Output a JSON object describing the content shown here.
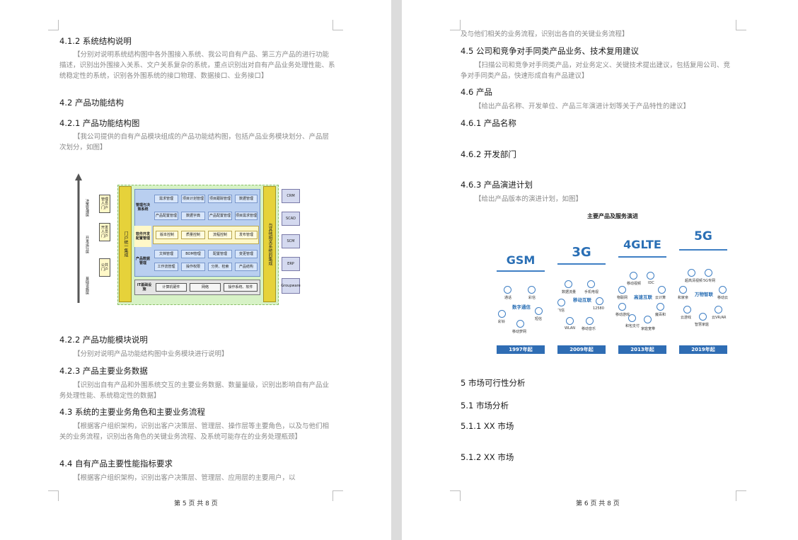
{
  "page5": {
    "h412": "4.1.2 系统结构说明",
    "p412": "【分别对说明系统结构图中各外围接入系统、我公司自有产品、第三方产品的进行功能描述，识别出外围接入关系、文户关系复杂的系统，重点识别出对自有产品业务处理性能、系统稳定性的系统，识别各外围系统的接口物理、数据接口、业务接口】",
    "h42": "4.2 产品功能结构",
    "h421": "4.2.1 产品功能结构图",
    "p421": "【我公司提供的自有产品模块组成的产品功能结构图，包括产品业务模块划分、产品层次划分，如图】",
    "h422": "4.2.2 产品功能模块说明",
    "p422": "【分别对说明产品功能结构图中业务模块进行说明】",
    "h423": "4.2.3 产品主要业务数据",
    "p423": "【识别出自有产品和外围系统交互的主要业务数据、数量量级，识别出影响自有产品业务处理性能、系统稳定性的数据】",
    "h43": "4.3 系统的主要业务角色和主要业务流程",
    "p43": "【根据客户组织架构，识别出客户决策层、管理层、操作层等主要角色，以及与他们相关的业务流程，识别出各角色的关键业务流程、及系统可能存在的业务处理瓶颈】",
    "h44": "4.4 自有产品主要性能指标要求",
    "p44": "【根据客户组织架构，识别出客户决策层、管理层、应用层的主要用户，以",
    "footer": "第 5 页 共 8 页"
  },
  "page6": {
    "pcont": "及与他们相关的业务流程，识别出各自的关键业务流程】",
    "h45": "4.5 公司和竞争对手同类产品业务、技术复用建议",
    "p45": "【扫描公司和竞争对手同类产品，对业务定义、关键技术提出建议，包括复用公司、竞争对手同类产品，快速形成自有产品建议】",
    "h46": "4.6 产品",
    "p46": "【给出产品名称、开发单位、产品三年演进计划等关于产品特性的建议】",
    "h461": "4.6.1 产品名称",
    "h462": "4.6.2 开发部门",
    "h463": "4.6.3 产品演进计划",
    "p463": "【给出产品版本的演进计划，如图】",
    "h5": "5 市场可行性分析",
    "h51": "5.1 市场分析",
    "h511": "5.1.1 XX 市场",
    "h512": "5.1.2 XX 市场",
    "footer": "第 6 页 共 8 页"
  },
  "structure_diagram": {
    "left_axis": [
      "决策管理层",
      "开发运行层",
      "基础设施层"
    ],
    "left_boxes": [
      "管理人员门户",
      "开发人员门户",
      "公共门户"
    ],
    "center_left": "门户统一集成",
    "row_labels": [
      "管理与决策系统",
      "软件开发配置管理",
      "产品数据管理",
      "IT基础设施"
    ],
    "rows": [
      [
        "需求管理",
        "项目计划管理",
        "项目跟踪管理",
        "数据管理"
      ],
      [
        "产品配置管理",
        "数据字典",
        "产品配置管理",
        "项目需求管理"
      ],
      [
        "版本控制",
        "质量控制",
        "流程控制",
        "发布管理"
      ],
      [
        "文档管理",
        "BOM管理",
        "配置管理",
        "变更管理"
      ],
      [
        "工作流管理",
        "操作权限",
        "分类、检索",
        "产品结构"
      ],
      [
        "计算机硬件",
        "网络",
        "操作系统、软件"
      ]
    ],
    "center_right": "与其他相关系统的集成",
    "right_systems": [
      "CRM",
      "SCAD",
      "SCM",
      "ERP",
      "Groupware"
    ]
  },
  "evolution_diagram": {
    "title": "主要产品及服务演进",
    "eras": [
      {
        "gen": "GSM",
        "year": "1997年起",
        "center": "数字通信",
        "items": [
          "通话",
          "彩信",
          "彩铃",
          "短信",
          "移动梦网"
        ]
      },
      {
        "gen": "3G",
        "year": "2009年起",
        "center": "移动互联",
        "items": [
          "数据流量",
          "手机电视",
          "飞信",
          "12580",
          "WLAN",
          "移动音乐"
        ]
      },
      {
        "gen": "4GLTE",
        "year": "2013年起",
        "center": "高速互联",
        "items": [
          "移动视频",
          "IDC",
          "物联网",
          "云计算",
          "移动游戏",
          "和包支付",
          "家庭宽带",
          "魔百和"
        ]
      },
      {
        "gen": "5G",
        "year": "2019年起",
        "center": "万物智联",
        "items": [
          "超高清视频",
          "5G专网",
          "和家亲",
          "移动云",
          "云游戏",
          "云VR/AR",
          "智慧家庭"
        ]
      }
    ]
  }
}
